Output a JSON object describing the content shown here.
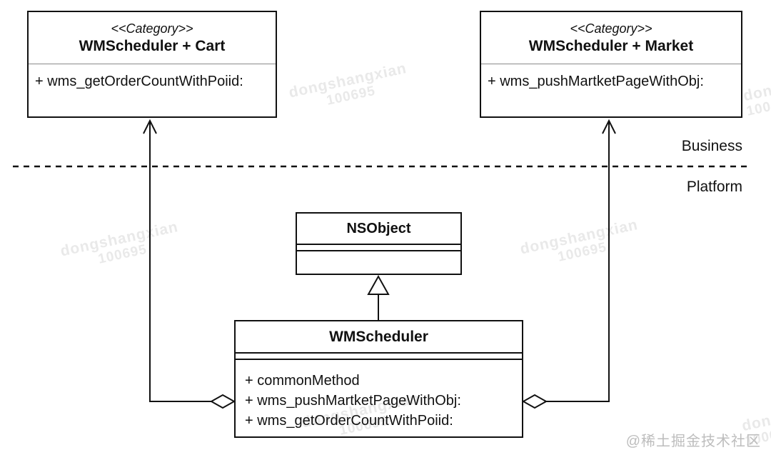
{
  "classes": {
    "cart": {
      "stereotype": "<<Category>>",
      "name": "WMScheduler + Cart",
      "methods": [
        "+ wms_getOrderCountWithPoiid:"
      ]
    },
    "market": {
      "stereotype": "<<Category>>",
      "name": "WMScheduler + Market",
      "methods": [
        "+ wms_pushMartketPageWithObj:"
      ]
    },
    "nsobject": {
      "name": "NSObject"
    },
    "wmscheduler": {
      "name": "WMScheduler",
      "methods": [
        "+ commonMethod",
        "+ wms_pushMartketPageWithObj:",
        "+ wms_getOrderCountWithPoiid:"
      ]
    }
  },
  "layers": {
    "above_line": "Business",
    "below_line": "Platform"
  },
  "watermark": {
    "line1": "dongshangxian",
    "line2": "100695",
    "color": "#e9e9e9"
  },
  "credit": {
    "text": "@稀土掘金技术社区",
    "color": "#bdbdbd"
  },
  "colors": {
    "ink": "#111111",
    "background": "#ffffff",
    "category_divider": "#8a8a8a"
  }
}
